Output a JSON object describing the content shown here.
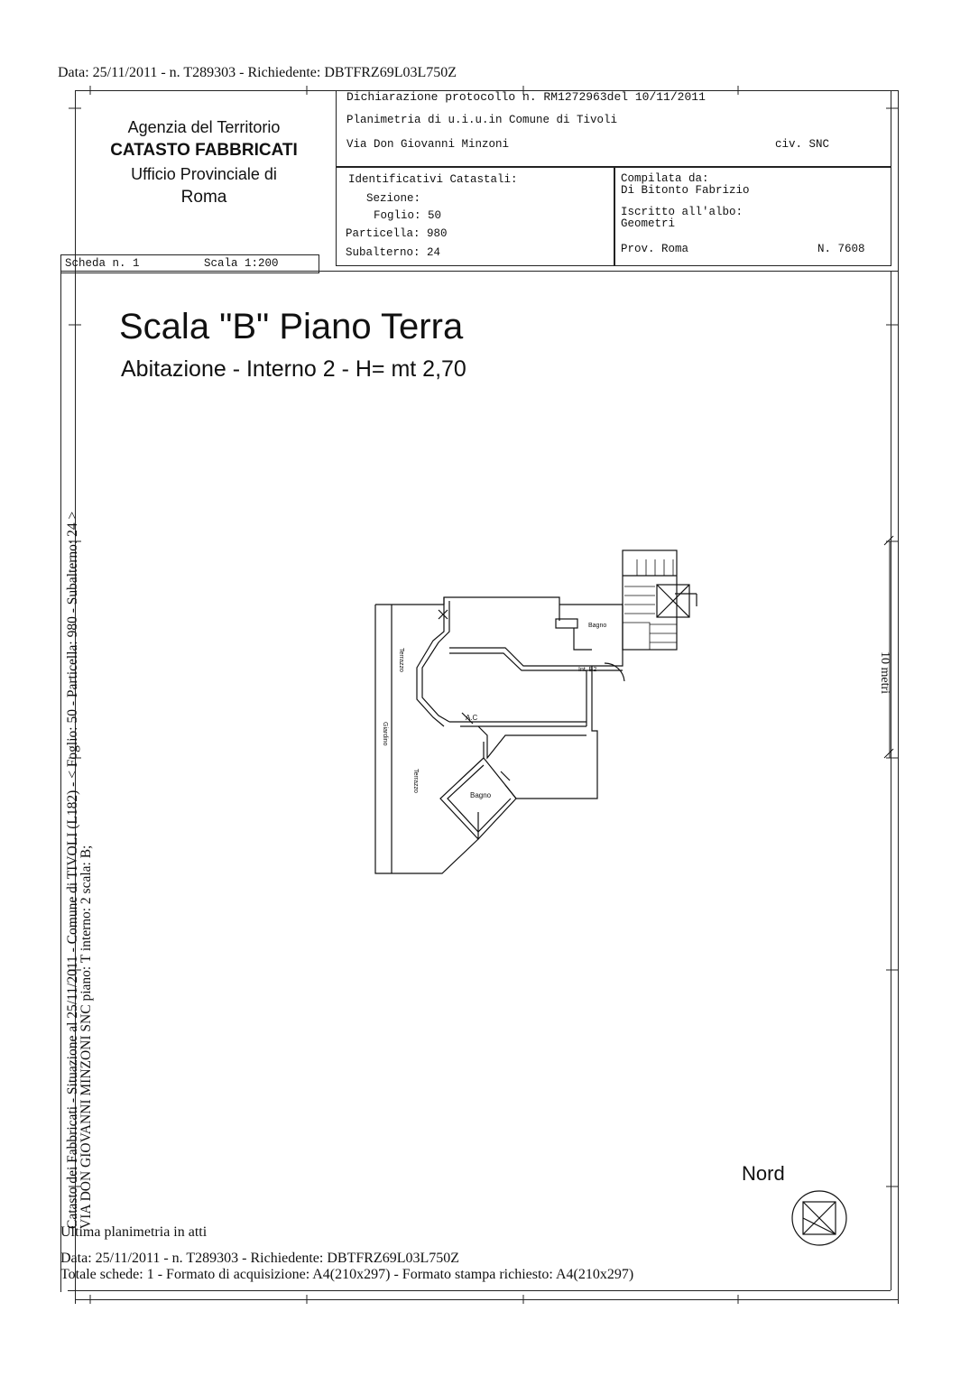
{
  "top_line": "Data: 25/11/2011 - n. T289303 - Richiedente: DBTFRZ69L03L750Z",
  "agency": {
    "line1": "Agenzia del Territorio",
    "line2": "CATASTO FABBRICATI",
    "line3": "Ufficio Provinciale di",
    "line4": "Roma"
  },
  "scheda": {
    "label": "Scheda n. 1",
    "scale": "Scala 1:200"
  },
  "declaration": {
    "protocol": "Dichiarazione protocollo n. RM1272963del  10/11/2011",
    "planimetria": "Planimetria di u.i.u.in Comune di Tivoli",
    "address": "Via Don Giovanni Minzoni",
    "civ": "civ. SNC"
  },
  "identificativi": {
    "title": "Identificativi Catastali:",
    "sezione": "Sezione:",
    "foglio": "Foglio: 50",
    "particella": "Particella: 980",
    "subalterno": "Subalterno: 24"
  },
  "compilata": {
    "title": "Compilata da:",
    "name": "Di Bitonto Fabrizio",
    "iscritto": "Iscritto all'albo:",
    "albo": "Geometri",
    "prov": "Prov. Roma",
    "numero": "N.  7608"
  },
  "plan": {
    "title": "Scala \"B\" Piano Terra",
    "subtitle": "Abitazione - Interno 2 - H= mt 2,70",
    "labels": {
      "terrazzo_top": "Terrazzo",
      "giardino": "Giardino",
      "terrazzo_bottom": "Terrazzo",
      "bagno_top": "Bagno",
      "bagno_bottom": "Bagno",
      "int": "Int. B2",
      "ac": "A.C"
    },
    "scale_bar": "10 metri",
    "north": "Nord"
  },
  "side_text": {
    "line1": "Catasto dei Fabbricati - Situazione al 25/11/2011 - Comune di TIVOLI (L182) - < Foglio: 50 - Particella: 980 - Subalterno: 24 >",
    "line2": "VIA DON GIOVANNI MINZONI SNC piano: T interno: 2 scala: B;"
  },
  "footer": {
    "ultima": "Ultima planimetria in atti",
    "data": "Data: 25/11/2011 - n. T289303 - Richiedente: DBTFRZ69L03L750Z",
    "totale": "Totale schede: 1 - Formato di acquisizione: A4(210x297) - Formato stampa richiesto: A4(210x297)"
  }
}
